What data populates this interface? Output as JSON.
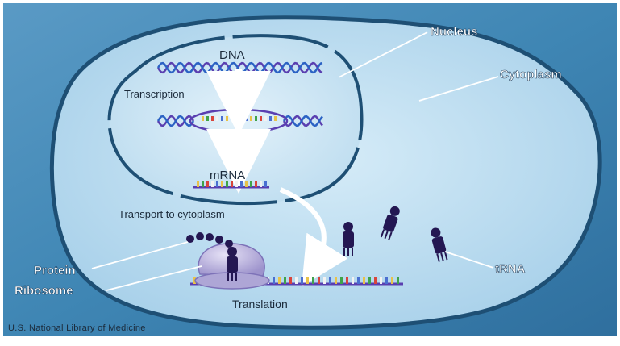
{
  "labels": {
    "nucleus": "Nucleus",
    "cytoplasm": "Cytoplasm",
    "dna": "DNA",
    "transcription": "Transcription",
    "mrna": "mRNA",
    "transport": "Transport to cytoplasm",
    "protein": "Protein",
    "ribosome": "Ribosome",
    "trna": "tRNA",
    "translation": "Translation"
  },
  "credit": "U.S. National Library of Medicine",
  "colors": {
    "background": "#3f86b4",
    "cytoplasm": "#b9dcef",
    "nucleus": "#cde6f4",
    "membrane": "#1e4f74",
    "dna_strand_a": "#5a3fb0",
    "dna_strand_b": "#2b62c4",
    "molecule": "#241752",
    "ribosome": "#b8b0dc"
  },
  "icons": {
    "trna": "trna-molecule-icon",
    "ribosome": "ribosome-shape",
    "protein": "amino-acid-chain-icon"
  }
}
